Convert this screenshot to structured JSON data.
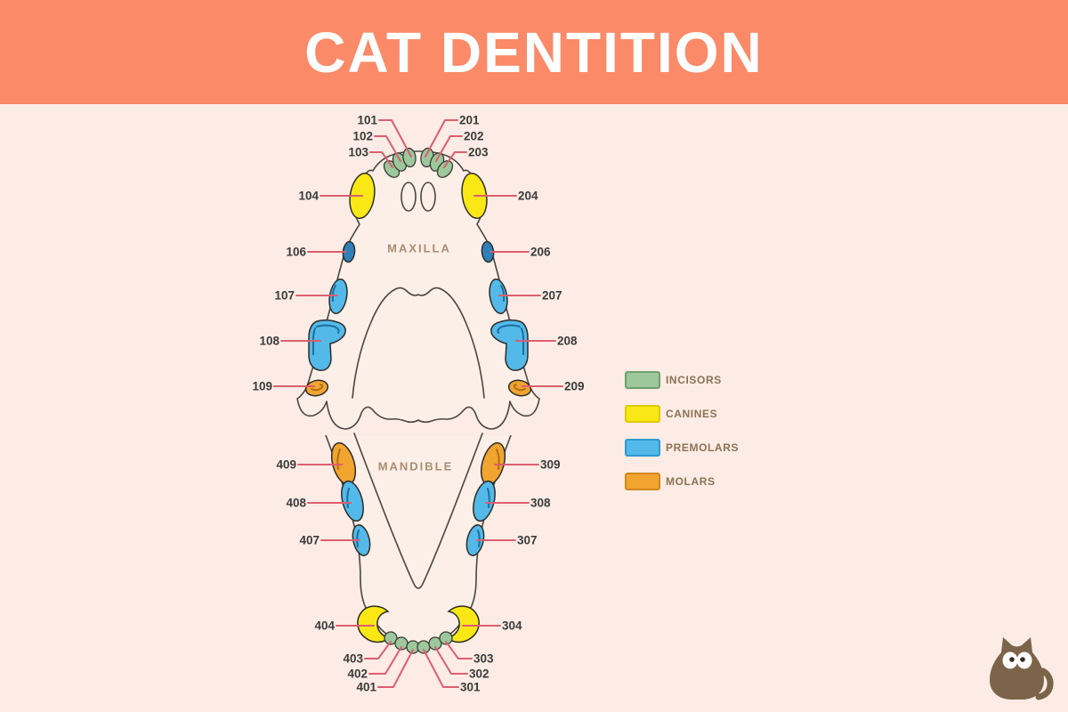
{
  "header": {
    "title": "CAT DENTITION",
    "background": "#FA8A68",
    "text_color": "#FFFFFF"
  },
  "page_background": "#FCECE5",
  "diagram": {
    "maxilla": {
      "label": "MAXILLA",
      "left_teeth": [
        "101",
        "102",
        "103",
        "104",
        "106",
        "107",
        "108",
        "109"
      ],
      "right_teeth": [
        "201",
        "202",
        "203",
        "204",
        "206",
        "207",
        "208",
        "209"
      ]
    },
    "mandible": {
      "label": "MANDIBLE",
      "left_teeth": [
        "409",
        "408",
        "407",
        "404",
        "403",
        "402",
        "401"
      ],
      "right_teeth": [
        "309",
        "308",
        "307",
        "304",
        "303",
        "302",
        "301"
      ]
    },
    "tooth_categories": {
      "incisors": [
        "101",
        "102",
        "103",
        "201",
        "202",
        "203",
        "301",
        "302",
        "303",
        "401",
        "402",
        "403"
      ],
      "canines": [
        "104",
        "204",
        "304",
        "404"
      ],
      "premolars": [
        "106",
        "107",
        "108",
        "206",
        "207",
        "208",
        "307",
        "308",
        "407",
        "408"
      ],
      "molars": [
        "109",
        "209",
        "309",
        "409"
      ]
    }
  },
  "legend": {
    "items": [
      {
        "label": "INCISORS",
        "color": "#9CC89B",
        "border": "#6FA06E"
      },
      {
        "label": "CANINES",
        "color": "#F9E816",
        "border": "#DFC900"
      },
      {
        "label": "PREMOLARS",
        "color": "#53B9E9",
        "border": "#2D9AD1"
      },
      {
        "label": "MOLARS",
        "color": "#F1A430",
        "border": "#D2871B"
      }
    ]
  },
  "mascot": {
    "name": "cat-mascot",
    "color": "#7B6449"
  }
}
